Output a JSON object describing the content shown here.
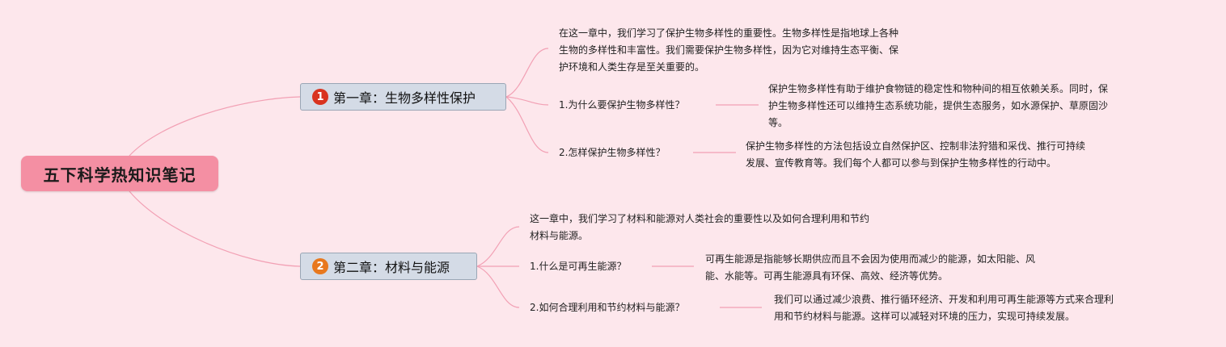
{
  "root": {
    "title": "五下科学热知识笔记"
  },
  "chapters": [
    {
      "badge": "1",
      "title": "第一章：生物多样性保护",
      "summary": "在这一章中，我们学习了保护生物多样性的重要性。生物多样性是指地球上各种\n生物的多样性和丰富性。我们需要保护生物多样性，因为它对维持生态平衡、保\n护环境和人类生存是至关重要的。",
      "questions": [
        {
          "question": "1.为什么要保护生物多样性？",
          "answer": "保护生物多样性有助于维护食物链的稳定性和物种间的相互依赖关系。同时，保\n护生物多样性还可以维持生态系统功能，提供生态服务，如水源保护、草原固沙\n等。"
        },
        {
          "question": "2.怎样保护生物多样性？",
          "answer": "保护生物多样性的方法包括设立自然保护区、控制非法狩猎和采伐、推行可持续\n发展、宣传教育等。我们每个人都可以参与到保护生物多样性的行动中。"
        }
      ]
    },
    {
      "badge": "2",
      "title": "第二章：材料与能源",
      "summary": "这一章中，我们学习了材料和能源对人类社会的重要性以及如何合理利用和节约\n材料与能源。",
      "questions": [
        {
          "question": "1.什么是可再生能源？",
          "answer": "可再生能源是指能够长期供应而且不会因为使用而减少的能源，如太阳能、风\n能、水能等。可再生能源具有环保、高效、经济等优势。"
        },
        {
          "question": "2.如何合理利用和节约材料与能源？",
          "answer": "我们可以通过减少浪费、推行循环经济、开发和利用可再生能源等方式来合理利\n用和节约材料与能源。这样可以减轻对环境的压力，实现可持续发展。"
        }
      ]
    }
  ],
  "colors": {
    "background": "#fde7ec",
    "root_fill": "#f48fa3",
    "chapter_fill": "#d4dbe6",
    "connector": "#f2a0b4",
    "badge_1": "#d9331f",
    "badge_2": "#e8781e"
  }
}
